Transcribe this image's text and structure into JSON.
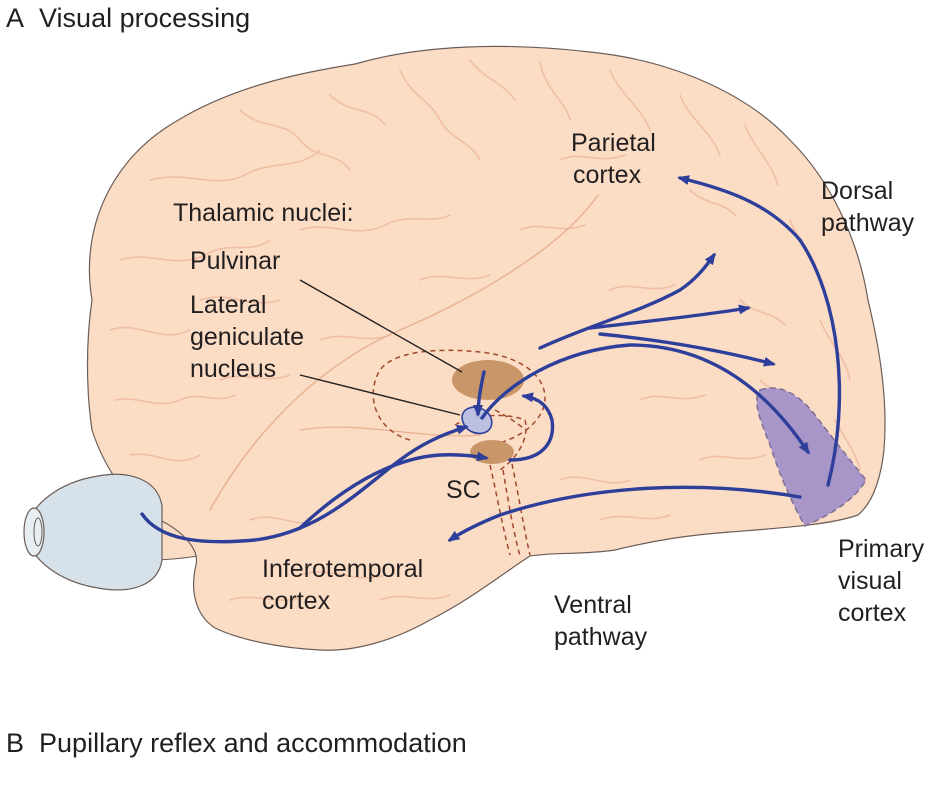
{
  "panel_a": {
    "letter": "A",
    "title": "Visual processing"
  },
  "panel_b": {
    "letter": "B",
    "title": "Pupillary reflex and accommodation"
  },
  "labels": {
    "parietal_1": "Parietal",
    "parietal_2": "cortex",
    "dorsal_1": "Dorsal",
    "dorsal_2": "pathway",
    "thalamic": "Thalamic nuclei:",
    "pulvinar": "Pulvinar",
    "lgn_1": "Lateral",
    "lgn_2": "geniculate",
    "lgn_3": "nucleus",
    "sc": "SC",
    "infero_1": "Inferotemporal",
    "infero_2": "cortex",
    "ventral_1": "Ventral",
    "ventral_2": "pathway",
    "primary_1": "Primary",
    "primary_2": "visual",
    "primary_3": "cortex"
  },
  "colors": {
    "brain_fill": "#fbdcc4",
    "sulci": "#efbfa4",
    "outline": "#6b5e58",
    "pathway_arrows": "#2d3f9a",
    "visual_cortex": "#a996c9",
    "nucleus": "#c9966a",
    "lgn": "#bcbfe0",
    "eye": "#d6e1ea",
    "dashed": "#a04a2c"
  }
}
